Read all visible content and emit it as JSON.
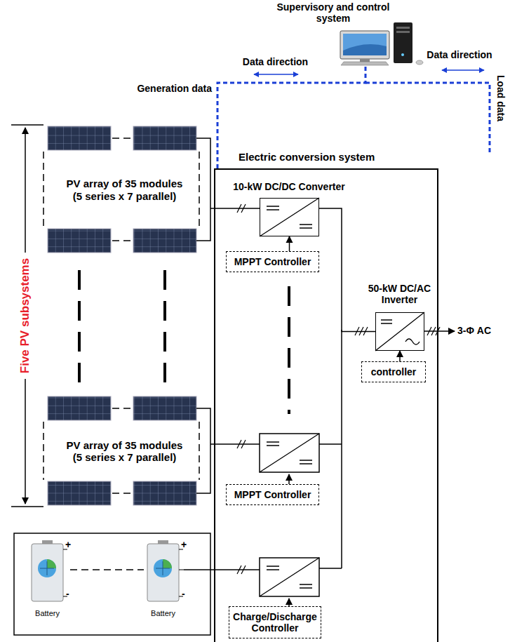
{
  "diagram": {
    "nodes": [
      {
        "text": [
          "Supervisory and control system"
        ]
      },
      {
        "text": [
          "PV array of 35 modules (5 series x 7 parallel)"
        ]
      },
      {
        "text": [
          "PV array of 35 modules (5 series x 7 parallel)"
        ]
      },
      {
        "text": [
          "Electric conversion system"
        ]
      },
      {
        "text": [
          "10-kW DC/DC Converter"
        ],
        "in": 3
      },
      {
        "text": [
          "MPPT Controller"
        ],
        "in": 3
      },
      {
        "text": [
          "50-kW DC/AC Inverter"
        ],
        "in": 3
      },
      {
        "text": [
          "controller"
        ],
        "in": 3
      },
      {
        "text": [
          "MPPT Controller"
        ],
        "in": 3
      },
      {
        "text": [
          "Charge/Discharge Controller"
        ],
        "in": 3
      },
      {
        "text": [
          "Battery"
        ]
      },
      {
        "text": [
          "Battery"
        ]
      }
    ],
    "edges": [
      {
        "from": 3,
        "to": 0,
        "arrow": "none"
      },
      {
        "from": 1,
        "to": 4,
        "arrow": "none"
      },
      {
        "from": 5,
        "to": 4,
        "arrow": "to"
      },
      {
        "from": 4,
        "to": 6,
        "arrow": "none"
      },
      {
        "from": 7,
        "to": 6,
        "arrow": "to"
      }
    ],
    "labels": [
      "Data direction",
      "Data direction",
      "Generation data",
      "Load data",
      "Five PV subsystems",
      "3-Φ AC",
      "+",
      "-",
      "+",
      "-"
    ]
  }
}
